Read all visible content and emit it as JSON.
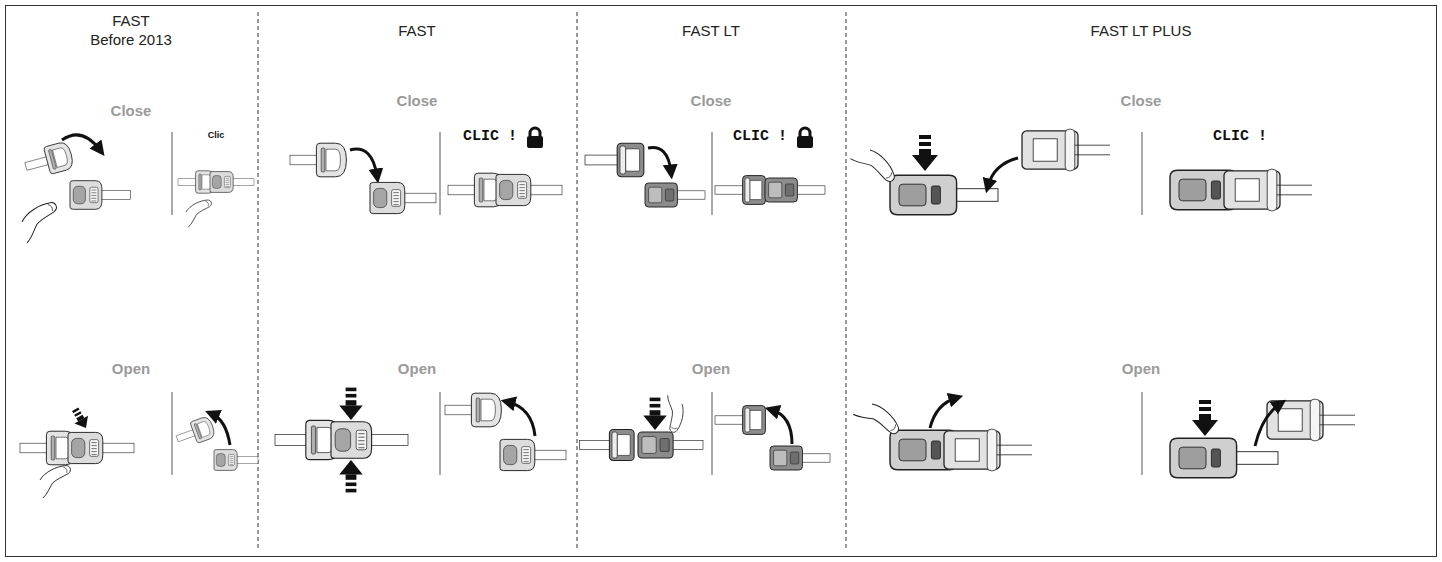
{
  "diagram": {
    "labels": [
      "FAST",
      "Before 2013",
      "FAST",
      "FAST LT",
      "FAST LT PLUS",
      "Close",
      "Close",
      "Close",
      "Close",
      "Clic",
      "CLIC !",
      "CLIC !",
      "CLIC !",
      "Open",
      "Open",
      "Open",
      "Open"
    ]
  }
}
